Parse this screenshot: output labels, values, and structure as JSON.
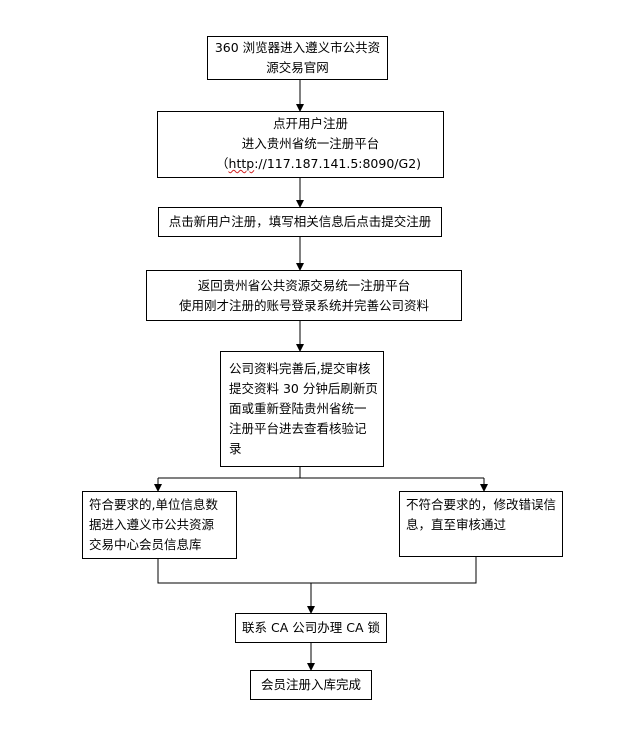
{
  "steps": {
    "step1": {
      "lines": [
        "360 浏览器进入遵义市公共资",
        "源交易官网"
      ]
    },
    "step2": {
      "lines": [
        "点开用户注册",
        "进入贵州省统一注册平台"
      ],
      "url_prefix": "（",
      "url": "http",
      "url_rest": "://117.187.141.5:8090/G2)"
    },
    "step3": {
      "lines": [
        "点击新用户注册，填写相关信息后点击提交注册"
      ]
    },
    "step4": {
      "lines": [
        "返回贵州省公共资源交易统一注册平台",
        "使用刚才注册的账号登录系统并完善公司资料"
      ]
    },
    "step5": {
      "lines": [
        "公司资料完善后,提交审核",
        "提交资料 30 分钟后刷新页",
        "面或重新登陆贵州省统一",
        "注册平台进去查看核验记",
        "录"
      ]
    },
    "step6a": {
      "lines": [
        "符合要求的,单位信息数",
        "据进入遵义市公共资源",
        "交易中心会员信息库"
      ]
    },
    "step6b": {
      "lines": [
        "不符合要求的，修改错误信",
        "息，直至审核通过"
      ]
    },
    "step7": {
      "lines": [
        "联系 CA 公司办理 CA  锁"
      ]
    },
    "step8": {
      "lines": [
        "会员注册入库完成"
      ]
    }
  },
  "colors": {
    "stroke": "#000000",
    "url_underline": "#d02020"
  }
}
